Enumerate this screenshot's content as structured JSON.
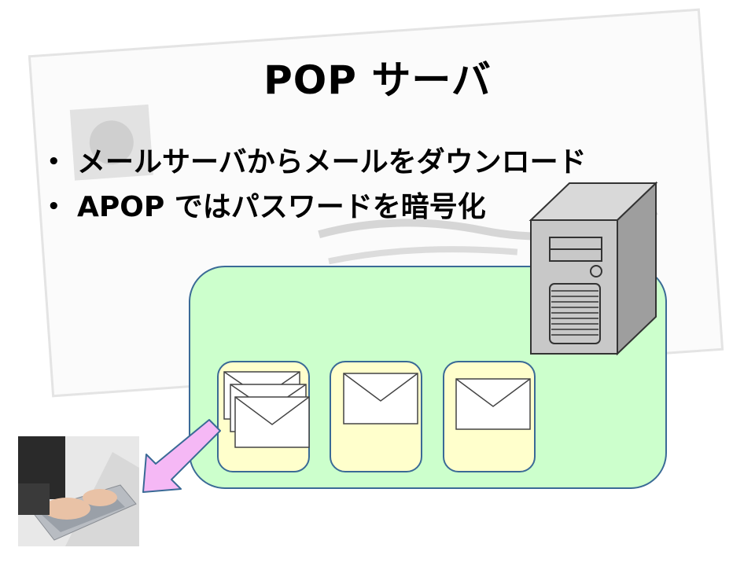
{
  "slide": {
    "title": "POP サーバ",
    "bullets": [
      "メールサーバからメールをダウンロード",
      "APOP ではパスワードを暗号化"
    ],
    "bullet_symbol": "•"
  },
  "colors": {
    "mailbox_fill": "#ccffcc",
    "slot_fill": "#ffffcc",
    "border": "#3a6a96",
    "arrow_fill": "#f5b8f5",
    "server_gray": "#c8c8c8"
  },
  "icons": [
    "server-icon",
    "envelope-icon",
    "download-arrow-icon",
    "laptop-photo"
  ]
}
